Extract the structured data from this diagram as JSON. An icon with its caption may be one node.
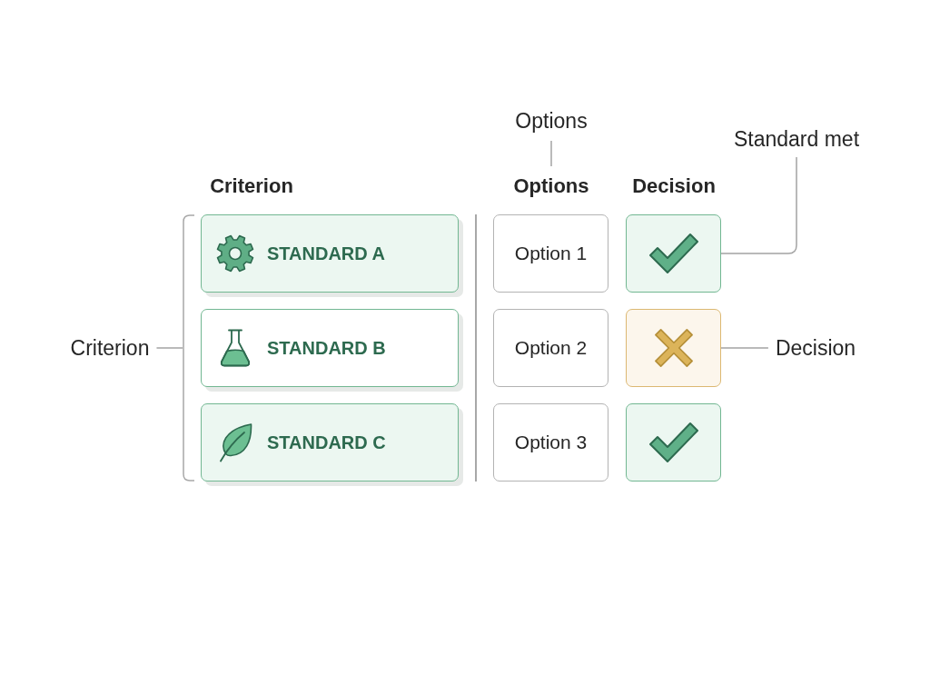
{
  "diagram": {
    "nodes": [
      {
        "text": [
          "Options"
        ]
      },
      {
        "text": [
          "Standard met"
        ]
      },
      {
        "text": [
          "Options"
        ]
      },
      {
        "text": [
          "STANDARD A"
        ]
      },
      {
        "text": [
          "Option 1"
        ]
      },
      {
        "text": [],
        "shape": "box"
      },
      {
        "text": [
          "Criterion"
        ]
      },
      {
        "text": [],
        "shape": "bracket"
      },
      {
        "text": [
          "STANDARD B"
        ]
      },
      {
        "text": [
          "Option 2"
        ]
      },
      {
        "text": [],
        "shape": "box"
      },
      {
        "text": [
          "Decision"
        ]
      },
      {
        "text": [
          "STANDARD C"
        ]
      },
      {
        "text": [
          "Option 3"
        ]
      },
      {
        "text": [],
        "shape": "box"
      }
    ],
    "edges": [
      {
        "from": 0,
        "to": 2,
        "arrow": "none"
      },
      {
        "from": 1,
        "to": 5,
        "arrow": "none"
      },
      {
        "from": 6,
        "to": 7,
        "arrow": "none"
      },
      {
        "from": 11,
        "to": 10,
        "arrow": "none"
      }
    ],
    "labels": [
      "Criterion",
      "Decision"
    ]
  }
}
